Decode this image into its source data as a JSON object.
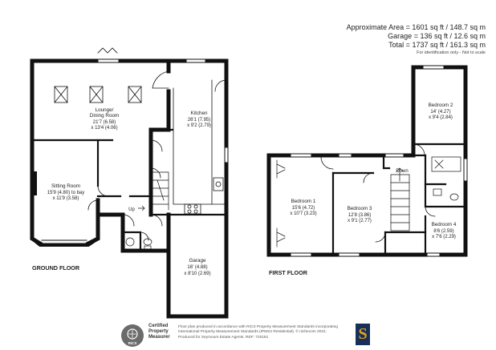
{
  "areas": {
    "approximate": "Approximate Area = 1601 sq ft / 148.7 sq m",
    "garage": "Garage = 136 sq ft / 12.6 sq m",
    "total": "Total = 1737 sq ft / 161.3 sq m",
    "note": "For identification only - Not to scale"
  },
  "ground_floor": {
    "label": "GROUND FLOOR",
    "lounge": {
      "name_1": "Lounge/",
      "name_2": "Dining Room",
      "dim_1": "21'7 (6.58)",
      "dim_2": "x 13'4 (4.06)"
    },
    "kitchen": {
      "name": "Kitchen",
      "dim_1": "26'1 (7.95)",
      "dim_2": "x 9'2 (2.79)"
    },
    "sitting": {
      "name": "Sitting Room",
      "dim_1": "15'9 (4.80) to bay",
      "dim_2": "x 11'9 (3.58)"
    },
    "garage": {
      "name": "Garage",
      "dim_1": "16' (4.88)",
      "dim_2": "x 8'10 (2.69)"
    },
    "stairs": "Up"
  },
  "first_floor": {
    "label": "FIRST FLOOR",
    "bedroom1": {
      "name": "Bedroom 1",
      "dim_1": "15'6 (4.72)",
      "dim_2": "x 10'7 (3.23)"
    },
    "bedroom2": {
      "name": "Bedroom 2",
      "dim_1": "14' (4.27)",
      "dim_2": "x 9'4 (2.84)"
    },
    "bedroom3": {
      "name": "Bedroom 3",
      "dim_1": "12'8 (3.86)",
      "dim_2": "x 9'1 (2.77)"
    },
    "bedroom4": {
      "name": "Bedroom 4",
      "dim_1": "8'6 (2.59)",
      "dim_2": "x 7'6 (2.29)"
    },
    "stairs": "Down"
  },
  "footer": {
    "rics_logo_text": "RICS",
    "certified_1": "Certified",
    "certified_2": "Property",
    "certified_3": "Measurer",
    "small_1": "Floor plan produced in accordance with RICS Property Measurement Standards incorporating",
    "small_2": "International Property Measurement Standards (IPMS2 Residential). © nichecom 2021.",
    "small_3": "Produced for Seymours Estate Agents.  REF: 720181",
    "brand_letter": "S",
    "brand_colors": {
      "navy": "#17305a",
      "gold": "#e2a21a"
    }
  }
}
